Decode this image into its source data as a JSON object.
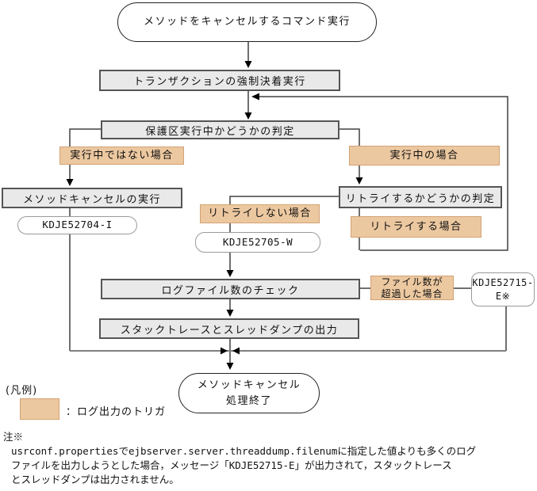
{
  "diagram": {
    "nodes": {
      "start": "メソッドをキャンセルするコマンド実行",
      "force_settle": "トランザクションの強制決着実行",
      "guard_check": "保護区実行中かどうかの判定",
      "method_cancel": "メソッドキャンセルの実行",
      "retry_check": "リトライするかどうかの判定",
      "log_check": "ログファイル数のチェック",
      "dump_output": "スタックトレースとスレッドダンプの出力",
      "end": {
        "line1": "メソッドキャンセル",
        "line2": "処理終了"
      }
    },
    "triggers": {
      "not_running": "実行中ではない場合",
      "running": "実行中の場合",
      "no_retry": "リトライしない場合",
      "retry": "リトライする場合",
      "file_over": {
        "line1": "ファイル数が",
        "line2": "超過した場合"
      }
    },
    "messages": {
      "kdje52704": "KDJE52704-I",
      "kdje52705": "KDJE52705-W",
      "kdje52715": {
        "line1": "KDJE52715-",
        "line2": "E※"
      }
    },
    "legend": {
      "title": "(凡例)",
      "label": "：ログ出力のトリガ"
    },
    "note": {
      "marker": "注※",
      "lines": [
        "usrconf.propertiesでejbserver.server.threaddump.filenumに指定した値よりも多くのログ",
        "ファイルを出力しようとした場合，メッセージ「KDJE52715-E」が出力されて，スタックトレース",
        "とスレッドダンプは出力されません。"
      ]
    },
    "colors": {
      "trigger_fill": "#ecc8a0",
      "trigger_border": "#d2a274",
      "node_fill": "#e9e9e9",
      "node_border": "#555555",
      "line": "#404040",
      "merge_line": "#7f7f7f"
    }
  }
}
